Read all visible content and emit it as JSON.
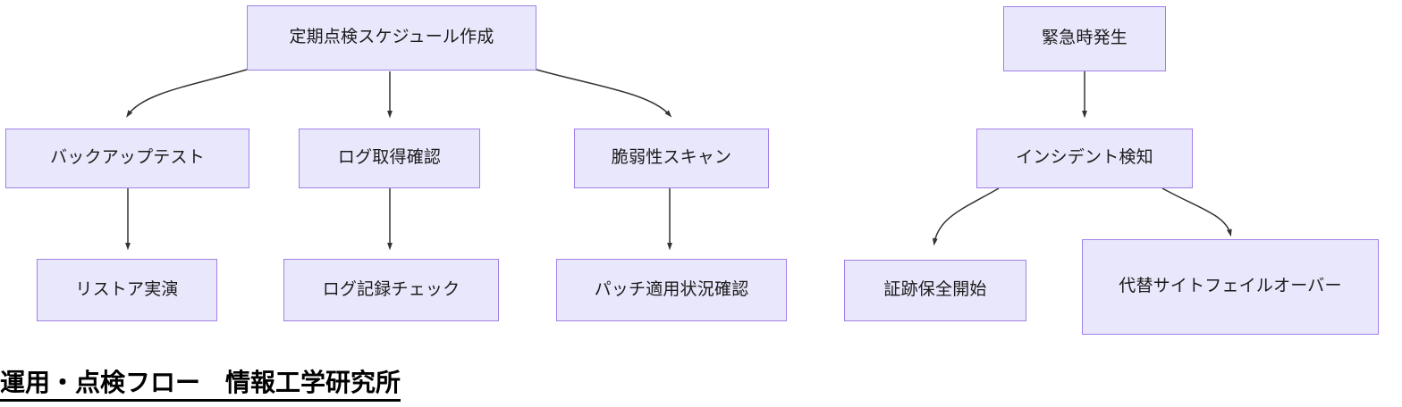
{
  "diagram": {
    "type": "flowchart",
    "orientation": "top-down",
    "node_fill": "#e9e7fb",
    "node_border": "#a181e8",
    "edge_color": "#333333",
    "clusters": [
      {
        "name": "maintenance-flow",
        "nodes": [
          {
            "id": "schedule",
            "label": "定期点検スケジュール作成"
          },
          {
            "id": "backup-test",
            "label": "バックアップテスト"
          },
          {
            "id": "log-check",
            "label": "ログ取得確認"
          },
          {
            "id": "vuln-scan",
            "label": "脆弱性スキャン"
          },
          {
            "id": "restore-demo",
            "label": "リストア実演"
          },
          {
            "id": "log-record",
            "label": "ログ記録チェック"
          },
          {
            "id": "patch-status",
            "label": "パッチ適用状況確認"
          }
        ],
        "edges": [
          {
            "from": "schedule",
            "to": "backup-test"
          },
          {
            "from": "schedule",
            "to": "log-check"
          },
          {
            "from": "schedule",
            "to": "vuln-scan"
          },
          {
            "from": "backup-test",
            "to": "restore-demo"
          },
          {
            "from": "log-check",
            "to": "log-record"
          },
          {
            "from": "vuln-scan",
            "to": "patch-status"
          }
        ]
      },
      {
        "name": "incident-flow",
        "nodes": [
          {
            "id": "emergency",
            "label": "緊急時発生"
          },
          {
            "id": "incident",
            "label": "インシデント検知"
          },
          {
            "id": "evidence",
            "label": "証跡保全開始"
          },
          {
            "id": "failover",
            "label": "代替サイトフェイルオーバー"
          }
        ],
        "edges": [
          {
            "from": "emergency",
            "to": "incident"
          },
          {
            "from": "incident",
            "to": "evidence"
          },
          {
            "from": "incident",
            "to": "failover"
          }
        ]
      }
    ]
  },
  "caption": {
    "text": "運用・点検フロー　情報工学研究所"
  }
}
